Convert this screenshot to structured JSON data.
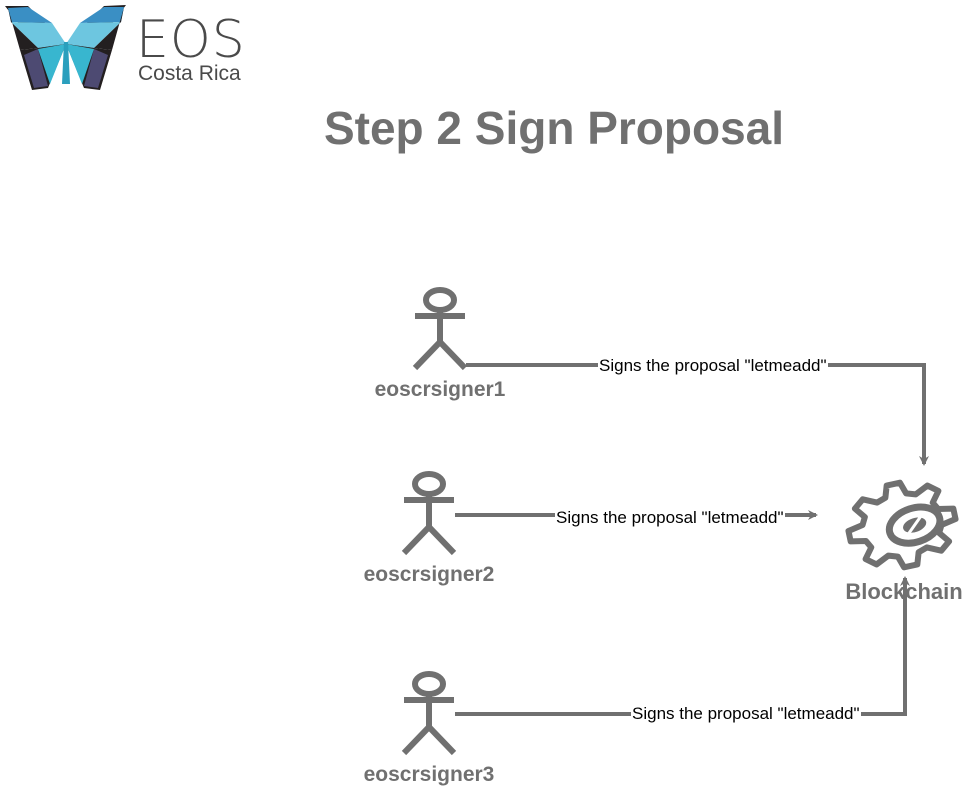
{
  "logo": {
    "brand": "EOS",
    "subtitle": "Costa Rica"
  },
  "title": "Step 2 Sign Proposal",
  "actors": [
    {
      "name": "eoscrsigner1"
    },
    {
      "name": "eoscrsigner2"
    },
    {
      "name": "eoscrsigner3"
    }
  ],
  "target": {
    "name": "Blockchain",
    "icon": "gear-icon"
  },
  "edges": [
    {
      "from": "eoscrsigner1",
      "to": "Blockchain",
      "label": "Signs the proposal \"letmeadd\""
    },
    {
      "from": "eoscrsigner2",
      "to": "Blockchain",
      "label": "Signs the proposal \"letmeadd\""
    },
    {
      "from": "eoscrsigner3",
      "to": "Blockchain",
      "label": "Signs the proposal \"letmeadd\""
    }
  ],
  "colors": {
    "diagram": "#707070",
    "logo_light": "#4bc3d8",
    "logo_blue": "#3a8fc4",
    "logo_dark": "#2a2a4a",
    "logo_purple": "#4d4a72"
  }
}
